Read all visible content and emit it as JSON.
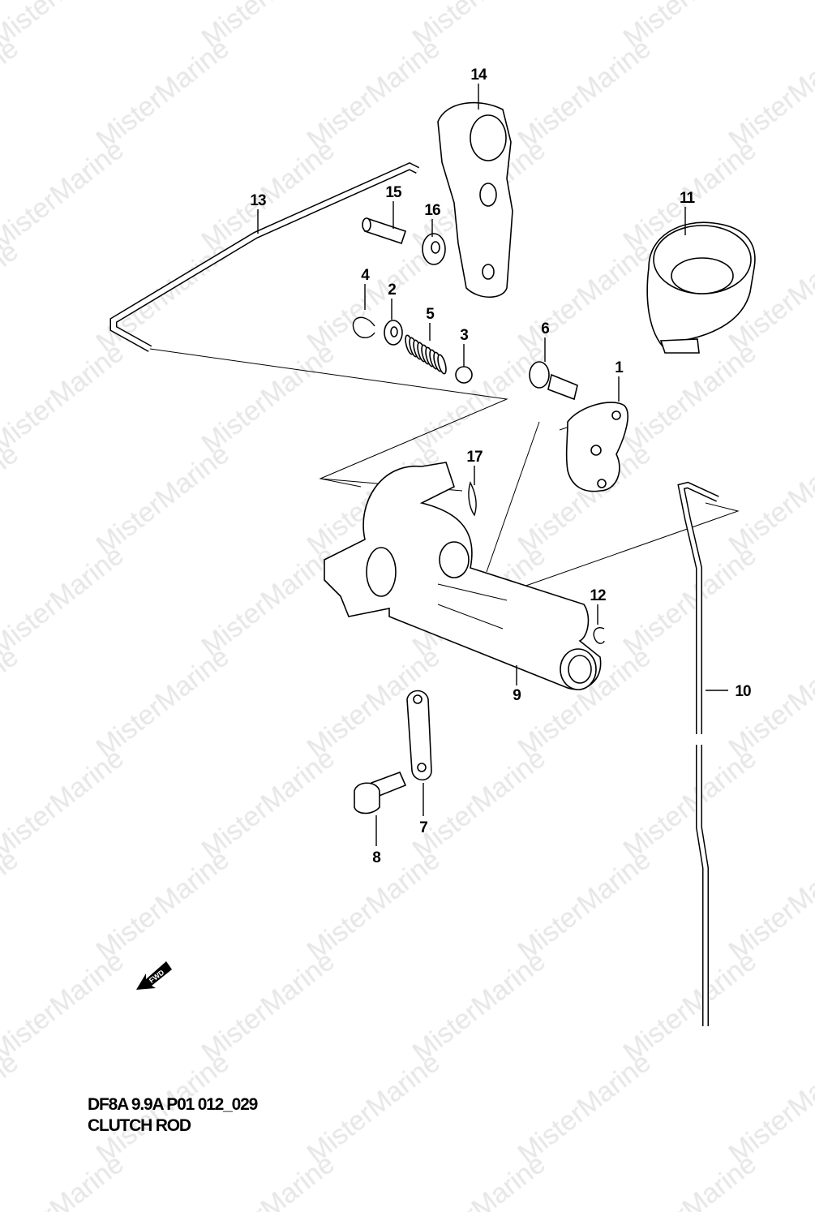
{
  "watermark": "MisterMarine",
  "diagram": {
    "model_code": "DF8A 9.9A P01 012_029",
    "title": "CLUTCH ROD",
    "direction_indicator": "FWD",
    "callouts": {
      "p1": "1",
      "p2": "2",
      "p3": "3",
      "p4": "4",
      "p5": "5",
      "p6": "6",
      "p7": "7",
      "p8": "8",
      "p9": "9",
      "p10": "10",
      "p11": "11",
      "p12": "12",
      "p13": "13",
      "p14": "14",
      "p15": "15",
      "p16": "16",
      "p17": "17"
    }
  }
}
